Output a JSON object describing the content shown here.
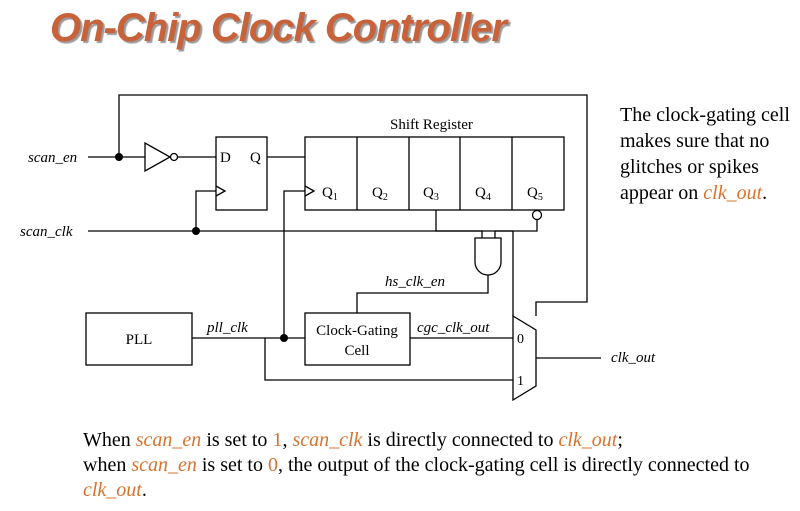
{
  "title": "On-Chip Clock Controller",
  "colors": {
    "title": "#c8623a",
    "highlight": "#d9722e",
    "line": "#000000"
  },
  "diagram": {
    "signals": {
      "scan_en": "scan_en",
      "scan_clk": "scan_clk",
      "pll_clk": "pll_clk",
      "hs_clk_en": "hs_clk_en",
      "cgc_clk_out": "cgc_clk_out",
      "clk_out": "clk_out"
    },
    "flipflop": {
      "d": "D",
      "q": "Q"
    },
    "shift_register": {
      "title": "Shift Register",
      "cells": [
        {
          "name": "Q",
          "sub": "1"
        },
        {
          "name": "Q",
          "sub": "2"
        },
        {
          "name": "Q",
          "sub": "3"
        },
        {
          "name": "Q",
          "sub": "4"
        },
        {
          "name": "Q",
          "sub": "5"
        }
      ]
    },
    "pll": "PLL",
    "cgc": {
      "line1": "Clock-Gating",
      "line2": "Cell"
    },
    "mux": {
      "in0": "0",
      "in1": "1"
    }
  },
  "side_note": {
    "text": "The clock-gating cell makes sure that no glitches or spikes appear on",
    "highlight": "clk_out",
    "end": "."
  },
  "bottom_note": {
    "p1": "When ",
    "h1": "scan_en",
    "p2": " is set to ",
    "h2": "1",
    "p3": ", ",
    "h3": "scan_clk",
    "p4": " is directly connected to ",
    "h4": "clk_out",
    "p5": ";",
    "p6": "when ",
    "h5": "scan_en",
    "p7": " is set to ",
    "h6": "0",
    "p8": ", the output of the clock-gating cell is directly connected to ",
    "h7": "clk_out",
    "p9": "."
  }
}
